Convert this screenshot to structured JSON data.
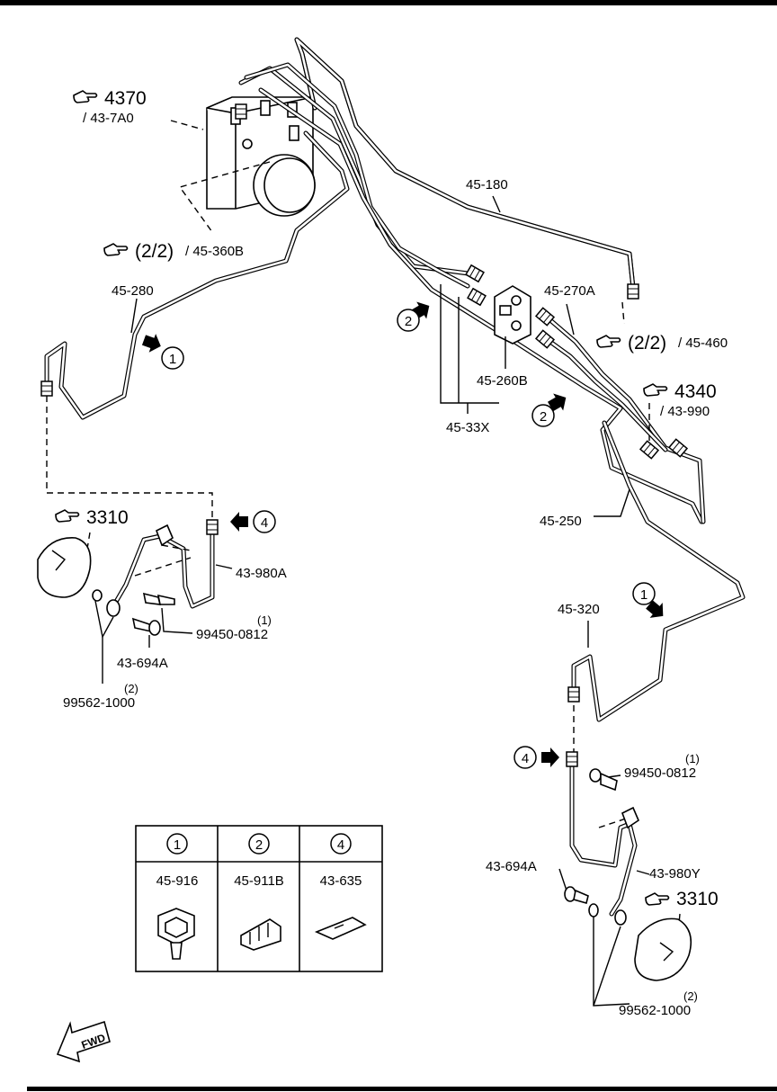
{
  "diagram": {
    "refs": {
      "r4370": {
        "num": "4370",
        "sub": "/ 43-7A0"
      },
      "r360b": {
        "num": "(2/2)",
        "sub": "/ 45-360B"
      },
      "r460": {
        "num": "(2/2)",
        "sub": "/ 45-460"
      },
      "r4340": {
        "num": "4340",
        "sub": "/ 43-990"
      },
      "r3310a": {
        "num": "3310"
      },
      "r3310b": {
        "num": "3310"
      }
    },
    "labels": {
      "p180": "45-180",
      "p280": "45-280",
      "p270a": "45-270A",
      "p260b": "45-260B",
      "p33x": "45-33X",
      "p250": "45-250",
      "p320": "45-320",
      "p980a": "43-980A",
      "p980y": "43-980Y",
      "p694a_l": "43-694A",
      "p694a_r": "43-694A",
      "p9945_l": "99450-0812",
      "p9945_l_qty": "(1)",
      "p9945_r": "99450-0812",
      "p9945_r_qty": "(1)",
      "p9956_l": "99562-1000",
      "p9956_l_qty": "(2)",
      "p9956_r": "99562-1000",
      "p9956_r_qty": "(2)"
    },
    "callouts": {
      "c1a": "1",
      "c1b": "1",
      "c2a": "2",
      "c2b": "2",
      "c4a": "4",
      "c4b": "4"
    },
    "legend": {
      "cols": [
        {
          "key": "1",
          "part": "45-916"
        },
        {
          "key": "2",
          "part": "45-911B"
        },
        {
          "key": "4",
          "part": "43-635"
        }
      ]
    },
    "fwd": "FWD"
  }
}
